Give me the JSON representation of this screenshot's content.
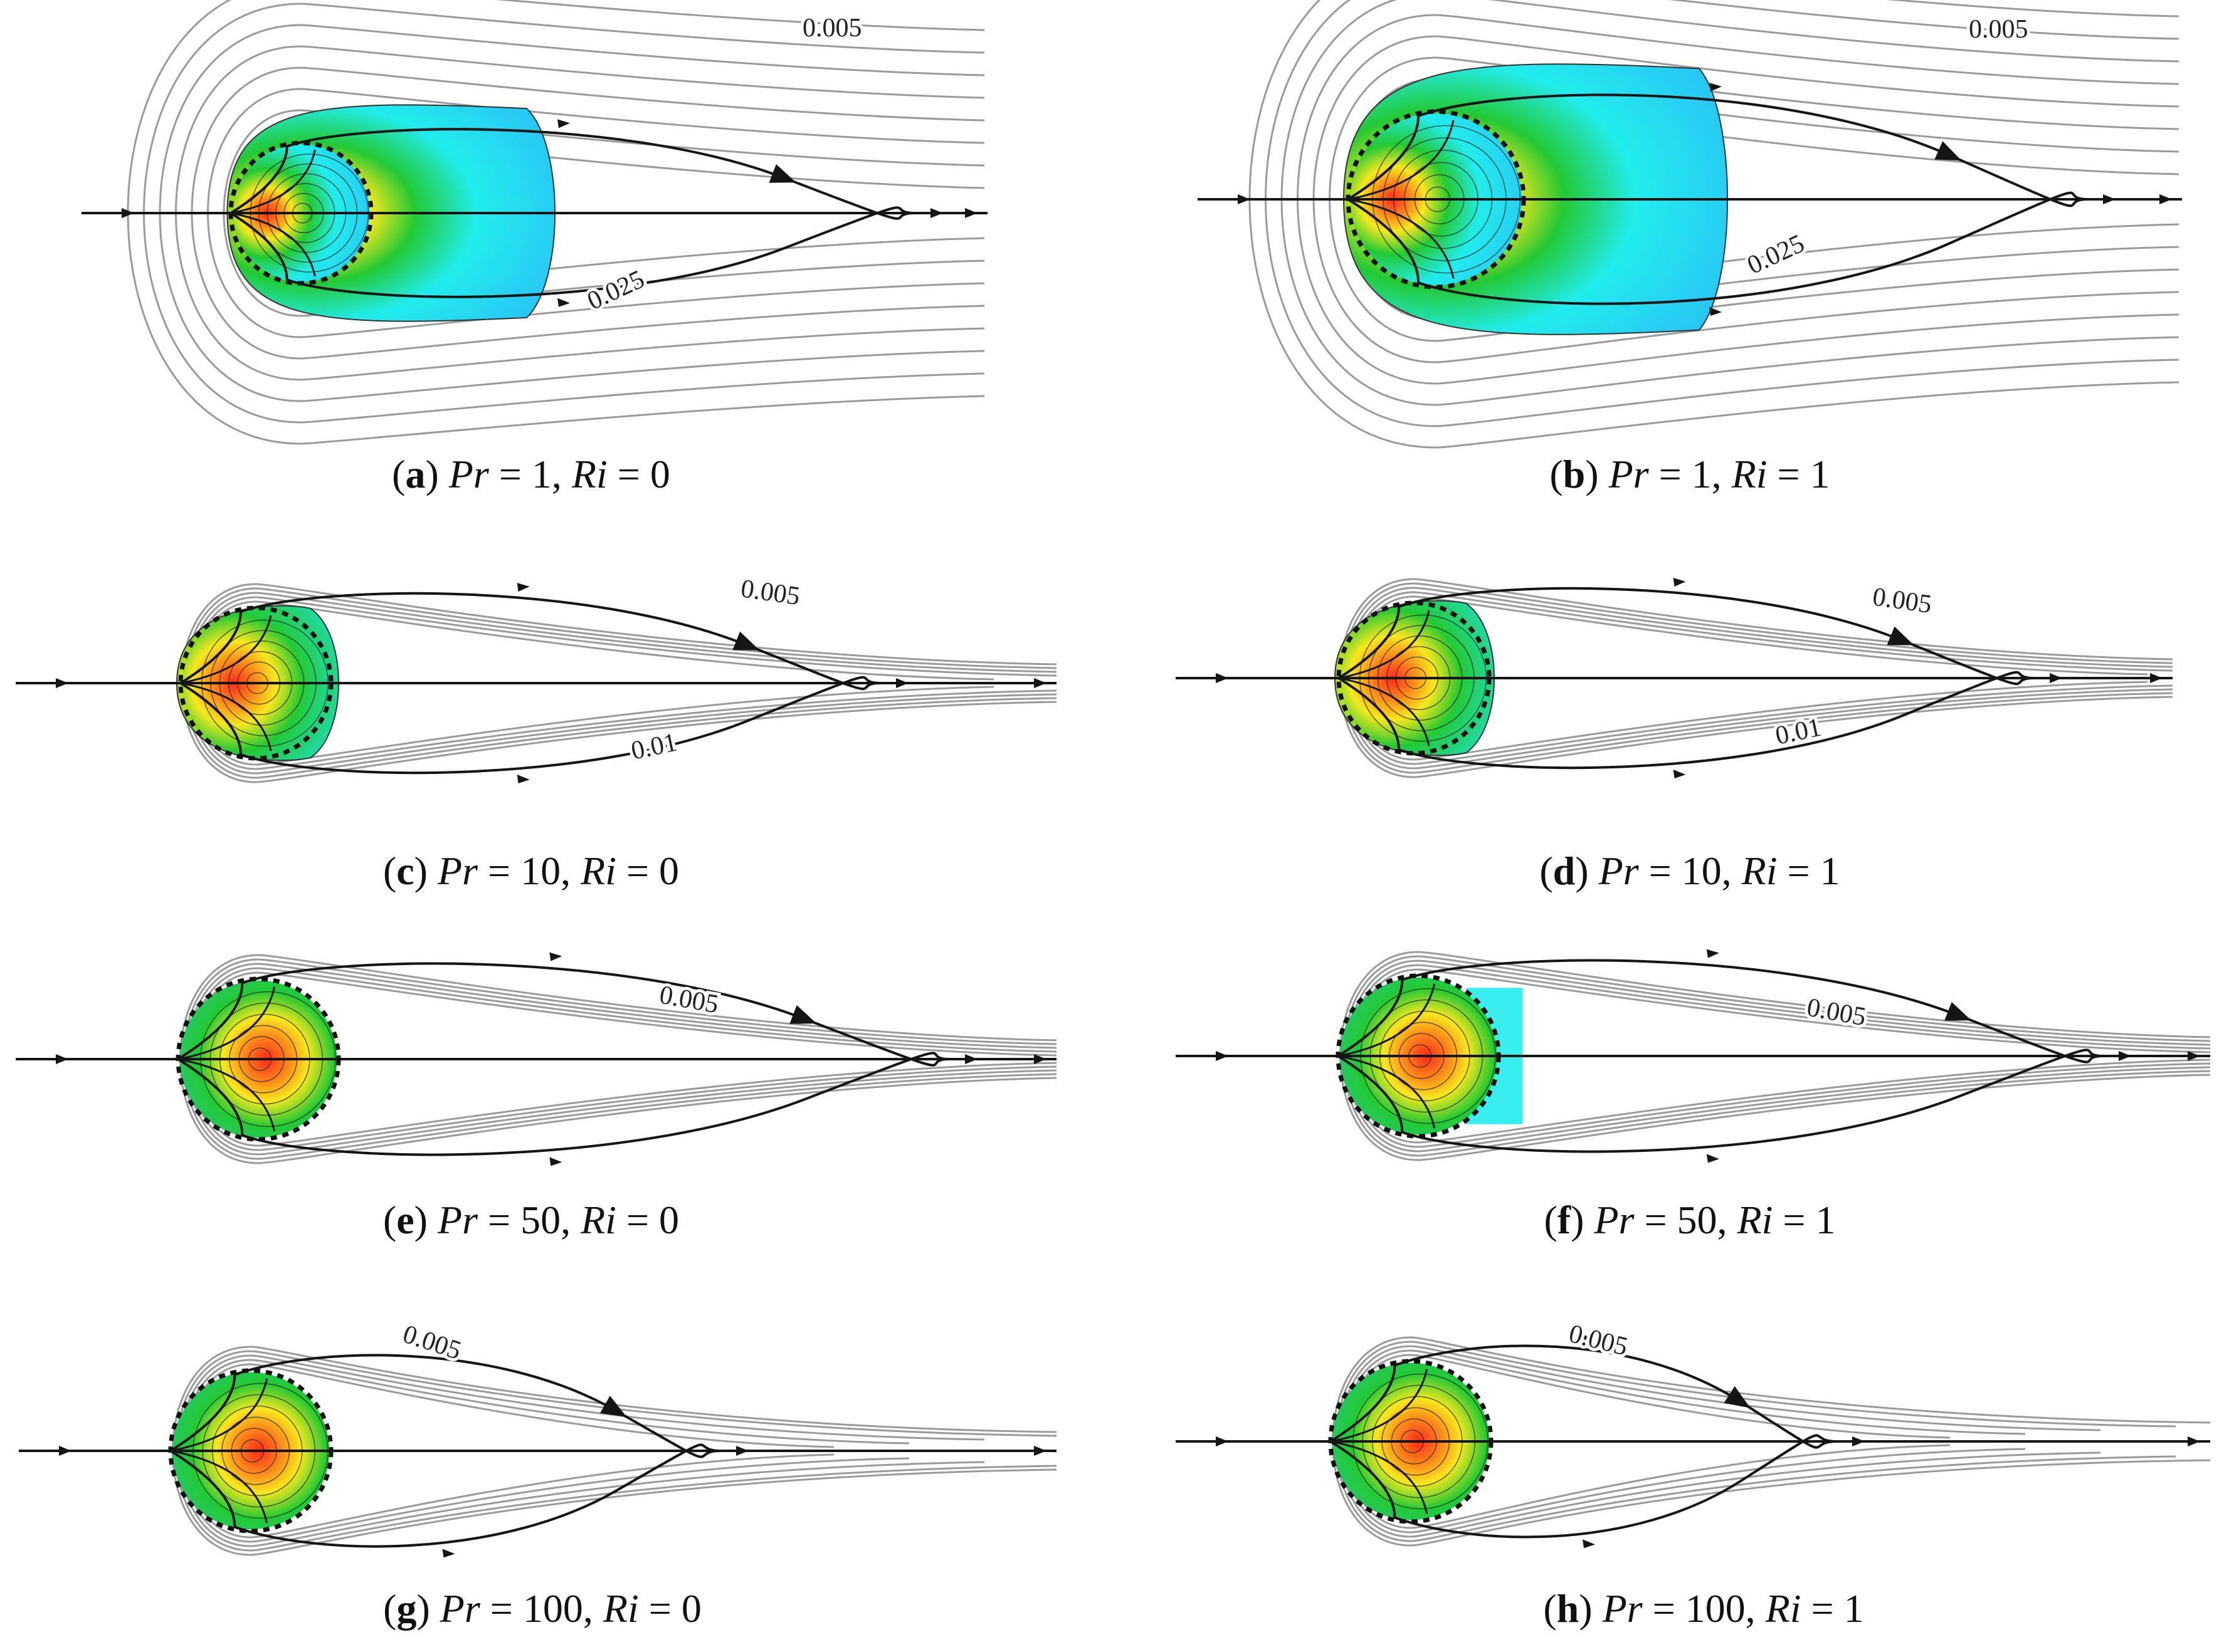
{
  "panels": [
    {
      "id": "a",
      "letter": "a",
      "pr": "1",
      "ri": "0",
      "labels": [
        "0.005",
        "0.025"
      ]
    },
    {
      "id": "b",
      "letter": "b",
      "pr": "1",
      "ri": "1",
      "labels": [
        "0.005",
        "0.025"
      ]
    },
    {
      "id": "c",
      "letter": "c",
      "pr": "10",
      "ri": "0",
      "labels": [
        "0.005",
        "0.01"
      ]
    },
    {
      "id": "d",
      "letter": "d",
      "pr": "10",
      "ri": "1",
      "labels": [
        "0.005",
        "0.01"
      ]
    },
    {
      "id": "e",
      "letter": "e",
      "pr": "50",
      "ri": "0",
      "labels": [
        "0.005"
      ]
    },
    {
      "id": "f",
      "letter": "f",
      "pr": "50",
      "ri": "1",
      "labels": [
        "0.005"
      ]
    },
    {
      "id": "g",
      "letter": "g",
      "pr": "100",
      "ri": "0",
      "labels": [
        "0.005"
      ]
    },
    {
      "id": "h",
      "letter": "h",
      "pr": "100",
      "ri": "1",
      "labels": [
        "0.005"
      ]
    }
  ],
  "symbols": {
    "pr": "Pr",
    "ri": "Ri",
    "eq": "="
  },
  "colors": {
    "hot": "#ff2a1a",
    "orange": "#ff8c1a",
    "yellow": "#f6e81e",
    "green": "#22c933",
    "cyan": "#22ecec",
    "lightblue": "#29c2f5",
    "contour": "#9a9a9a",
    "stream": "#151515"
  }
}
